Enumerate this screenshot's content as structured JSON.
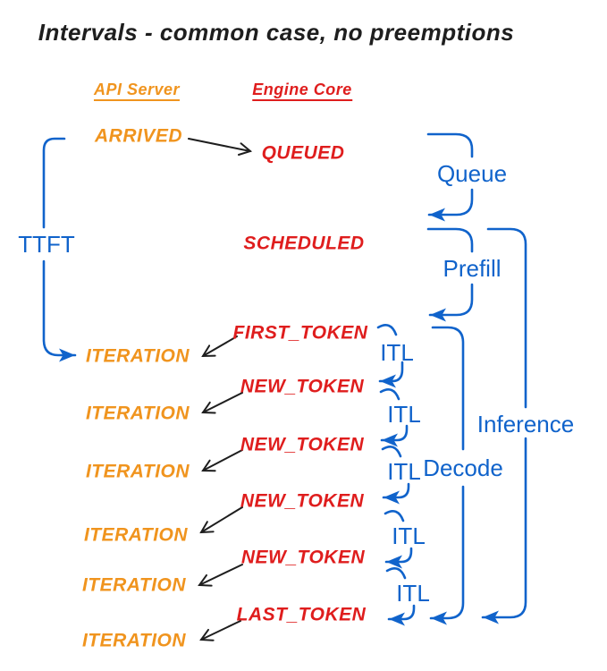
{
  "title": "Intervals - common case, no preemptions",
  "columns": {
    "api_server": {
      "header": "API Server",
      "events": [
        "ARRIVED",
        "ITERATION",
        "ITERATION",
        "ITERATION",
        "ITERATION",
        "ITERATION",
        "ITERATION"
      ]
    },
    "engine_core": {
      "header": "Engine Core",
      "events": [
        "QUEUED",
        "SCHEDULED",
        "FIRST_TOKEN",
        "NEW_TOKEN",
        "NEW_TOKEN",
        "NEW_TOKEN",
        "NEW_TOKEN",
        "LAST_TOKEN"
      ]
    }
  },
  "intervals": {
    "ttft": "TTFT",
    "queue": "Queue",
    "prefill": "Prefill",
    "inference": "Inference",
    "decode": "Decode",
    "itl": [
      "ITL",
      "ITL",
      "ITL",
      "ITL",
      "ITL"
    ]
  },
  "colors": {
    "orange": "#F0941E",
    "red": "#DF1D1D",
    "blue": "#1063CB",
    "black": "#1E1E1E",
    "background": "#FFFFFF"
  }
}
